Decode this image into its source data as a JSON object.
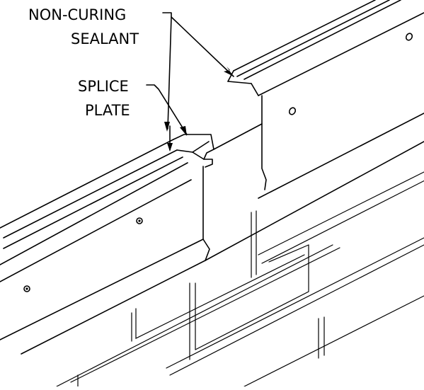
{
  "labels": {
    "sealant_line1": "NON-CURING",
    "sealant_line2": "SEALANT",
    "splice_line1": "SPLICE",
    "splice_line2": "PLATE"
  }
}
